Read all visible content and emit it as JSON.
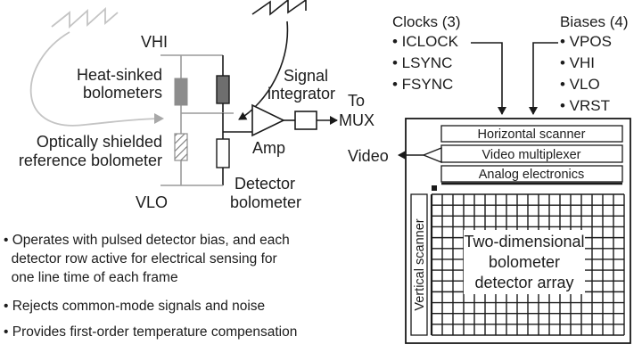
{
  "circuit": {
    "vhi": "VHI",
    "vlo": "VLO",
    "heat_sinked": [
      "Heat-sinked",
      "bolometers"
    ],
    "shielded": [
      "Optically shielded",
      "reference bolometer"
    ],
    "integrator": [
      "Signal",
      "integrator"
    ],
    "amp": "Amp",
    "to_mux": [
      "To",
      "MUX"
    ],
    "detector": [
      "Detector",
      "bolometer"
    ]
  },
  "clocks": {
    "title": "Clocks (3)",
    "items": [
      "• ICLOCK",
      "• LSYNC",
      "• FSYNC"
    ]
  },
  "biases": {
    "title": "Biases (4)",
    "items": [
      "• VPOS",
      "• VHI",
      "• VLO",
      "• VRST"
    ]
  },
  "chip": {
    "horizontal_scanner": "Horizontal scanner",
    "video_multiplexer": "Video multiplexer",
    "analog_electronics": "Analog electronics",
    "vertical_scanner": "Vertical scanner",
    "array_label": [
      "Two-dimensional",
      "bolometer",
      "detector array"
    ]
  },
  "video": "Video",
  "bullets": [
    [
      "• Operates with pulsed detector bias, and each",
      "  detector row active for electrical sensing for",
      "  one line time of each frame"
    ],
    [
      "• Rejects common-mode signals and noise"
    ],
    [
      "• Provides first-order temperature compensation"
    ]
  ],
  "colors": {
    "line": "#1a1a1a",
    "gray_line": "#9a9a9a",
    "light_line": "#c4c4c4",
    "resistor_dark": "#6e6e6e",
    "chip_fill": "#ffffff"
  }
}
